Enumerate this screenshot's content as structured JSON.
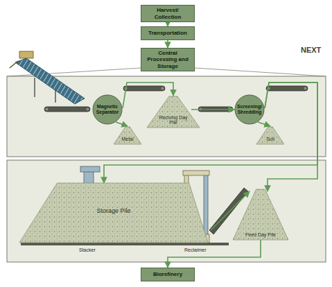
{
  "diagram": {
    "nodes": [
      {
        "text": [
          "Harvest/ Collection"
        ]
      },
      {
        "text": [
          "Transportation"
        ]
      },
      {
        "text": [
          "Central Processing and Storage"
        ]
      },
      {
        "text": [
          "Magnetic Separator"
        ]
      },
      {
        "text": [
          "Metal"
        ]
      },
      {
        "text": [
          "Reciving Day Pile"
        ]
      },
      {
        "text": [
          "Screening/ Shredding"
        ]
      },
      {
        "text": [
          "Soil"
        ]
      },
      {
        "text": [
          "Storage Pile"
        ]
      },
      {
        "text": [
          "Feed Day Pile"
        ]
      },
      {
        "text": [
          "Biorefinery"
        ]
      }
    ],
    "edges": [
      {
        "from": 0,
        "to": 1,
        "arrow": "to"
      },
      {
        "from": 1,
        "to": 2,
        "arrow": "to"
      },
      {
        "from": 3,
        "to": 4,
        "arrow": "to"
      },
      {
        "from": 3,
        "to": 5,
        "arrow": "to"
      },
      {
        "from": 5,
        "to": 6,
        "arrow": "to"
      },
      {
        "from": 6,
        "to": 7,
        "arrow": "to"
      },
      {
        "from": 6,
        "to": 8,
        "arrow": "to"
      },
      {
        "from": 6,
        "to": 9,
        "arrow": "to"
      },
      {
        "from": 8,
        "to": 9,
        "arrow": "to"
      },
      {
        "from": 9,
        "to": 10,
        "arrow": "to"
      }
    ],
    "labels": [
      "NEXT",
      "Stacker",
      "Reclaimer"
    ]
  }
}
